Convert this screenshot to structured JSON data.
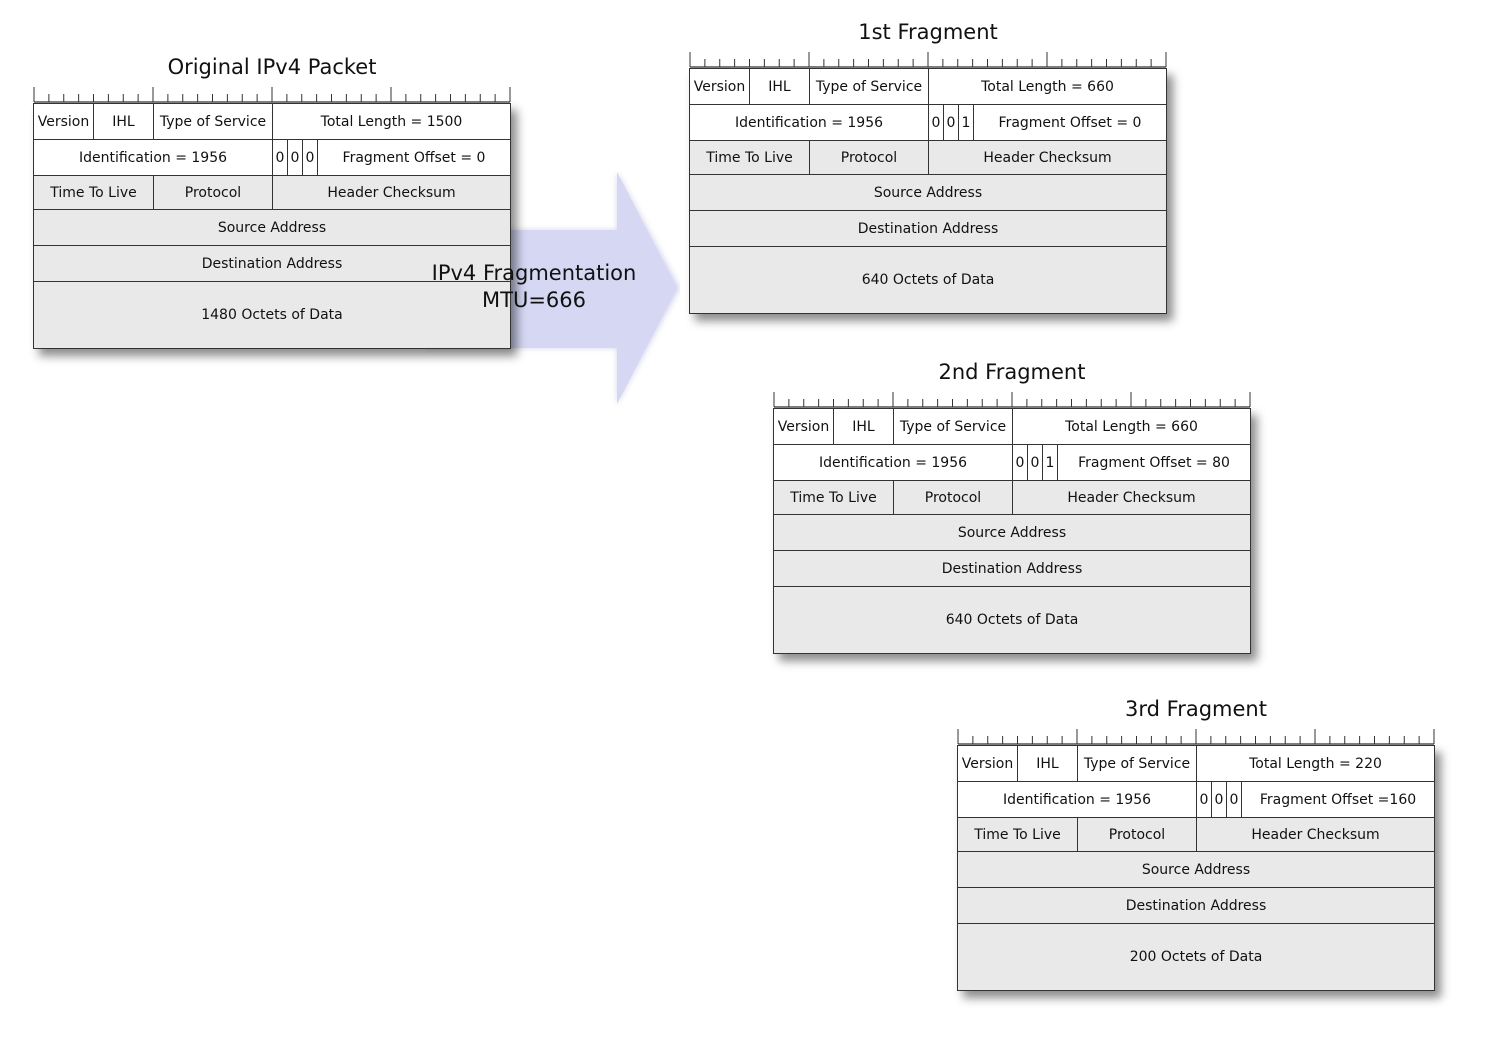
{
  "arrow": {
    "line1": "IPv4 Fragmentation",
    "line2": "MTU=666",
    "color": "#d5d7f3"
  },
  "packets": [
    {
      "title": "Original IPv4 Packet",
      "version": "Version",
      "ihl": "IHL",
      "tos": "Type of Service",
      "total_length": "Total Length = 1500",
      "identification": "Identification = 1956",
      "flag1": "0",
      "flag2": "0",
      "flag3": "0",
      "fragment_offset": "Fragment Offset = 0",
      "ttl": "Time To Live",
      "protocol": "Protocol",
      "checksum": "Header Checksum",
      "source": "Source Address",
      "destination": "Destination Address",
      "data": "1480 Octets of Data"
    },
    {
      "title": "1st Fragment",
      "version": "Version",
      "ihl": "IHL",
      "tos": "Type of Service",
      "total_length": "Total Length = 660",
      "identification": "Identification = 1956",
      "flag1": "0",
      "flag2": "0",
      "flag3": "1",
      "fragment_offset": "Fragment Offset = 0",
      "ttl": "Time To Live",
      "protocol": "Protocol",
      "checksum": "Header Checksum",
      "source": "Source Address",
      "destination": "Destination Address",
      "data": "640 Octets of Data"
    },
    {
      "title": "2nd Fragment",
      "version": "Version",
      "ihl": "IHL",
      "tos": "Type of Service",
      "total_length": "Total Length = 660",
      "identification": "Identification = 1956",
      "flag1": "0",
      "flag2": "0",
      "flag3": "1",
      "fragment_offset": "Fragment Offset = 80",
      "ttl": "Time To Live",
      "protocol": "Protocol",
      "checksum": "Header Checksum",
      "source": "Source Address",
      "destination": "Destination Address",
      "data": "640 Octets of Data"
    },
    {
      "title": "3rd Fragment",
      "version": "Version",
      "ihl": "IHL",
      "tos": "Type of Service",
      "total_length": "Total Length = 220",
      "identification": "Identification = 1956",
      "flag1": "0",
      "flag2": "0",
      "flag3": "0",
      "fragment_offset": "Fragment Offset =160",
      "ttl": "Time To Live",
      "protocol": "Protocol",
      "checksum": "Header Checksum",
      "source": "Source Address",
      "destination": "Destination Address",
      "data": "200 Octets of Data"
    }
  ]
}
